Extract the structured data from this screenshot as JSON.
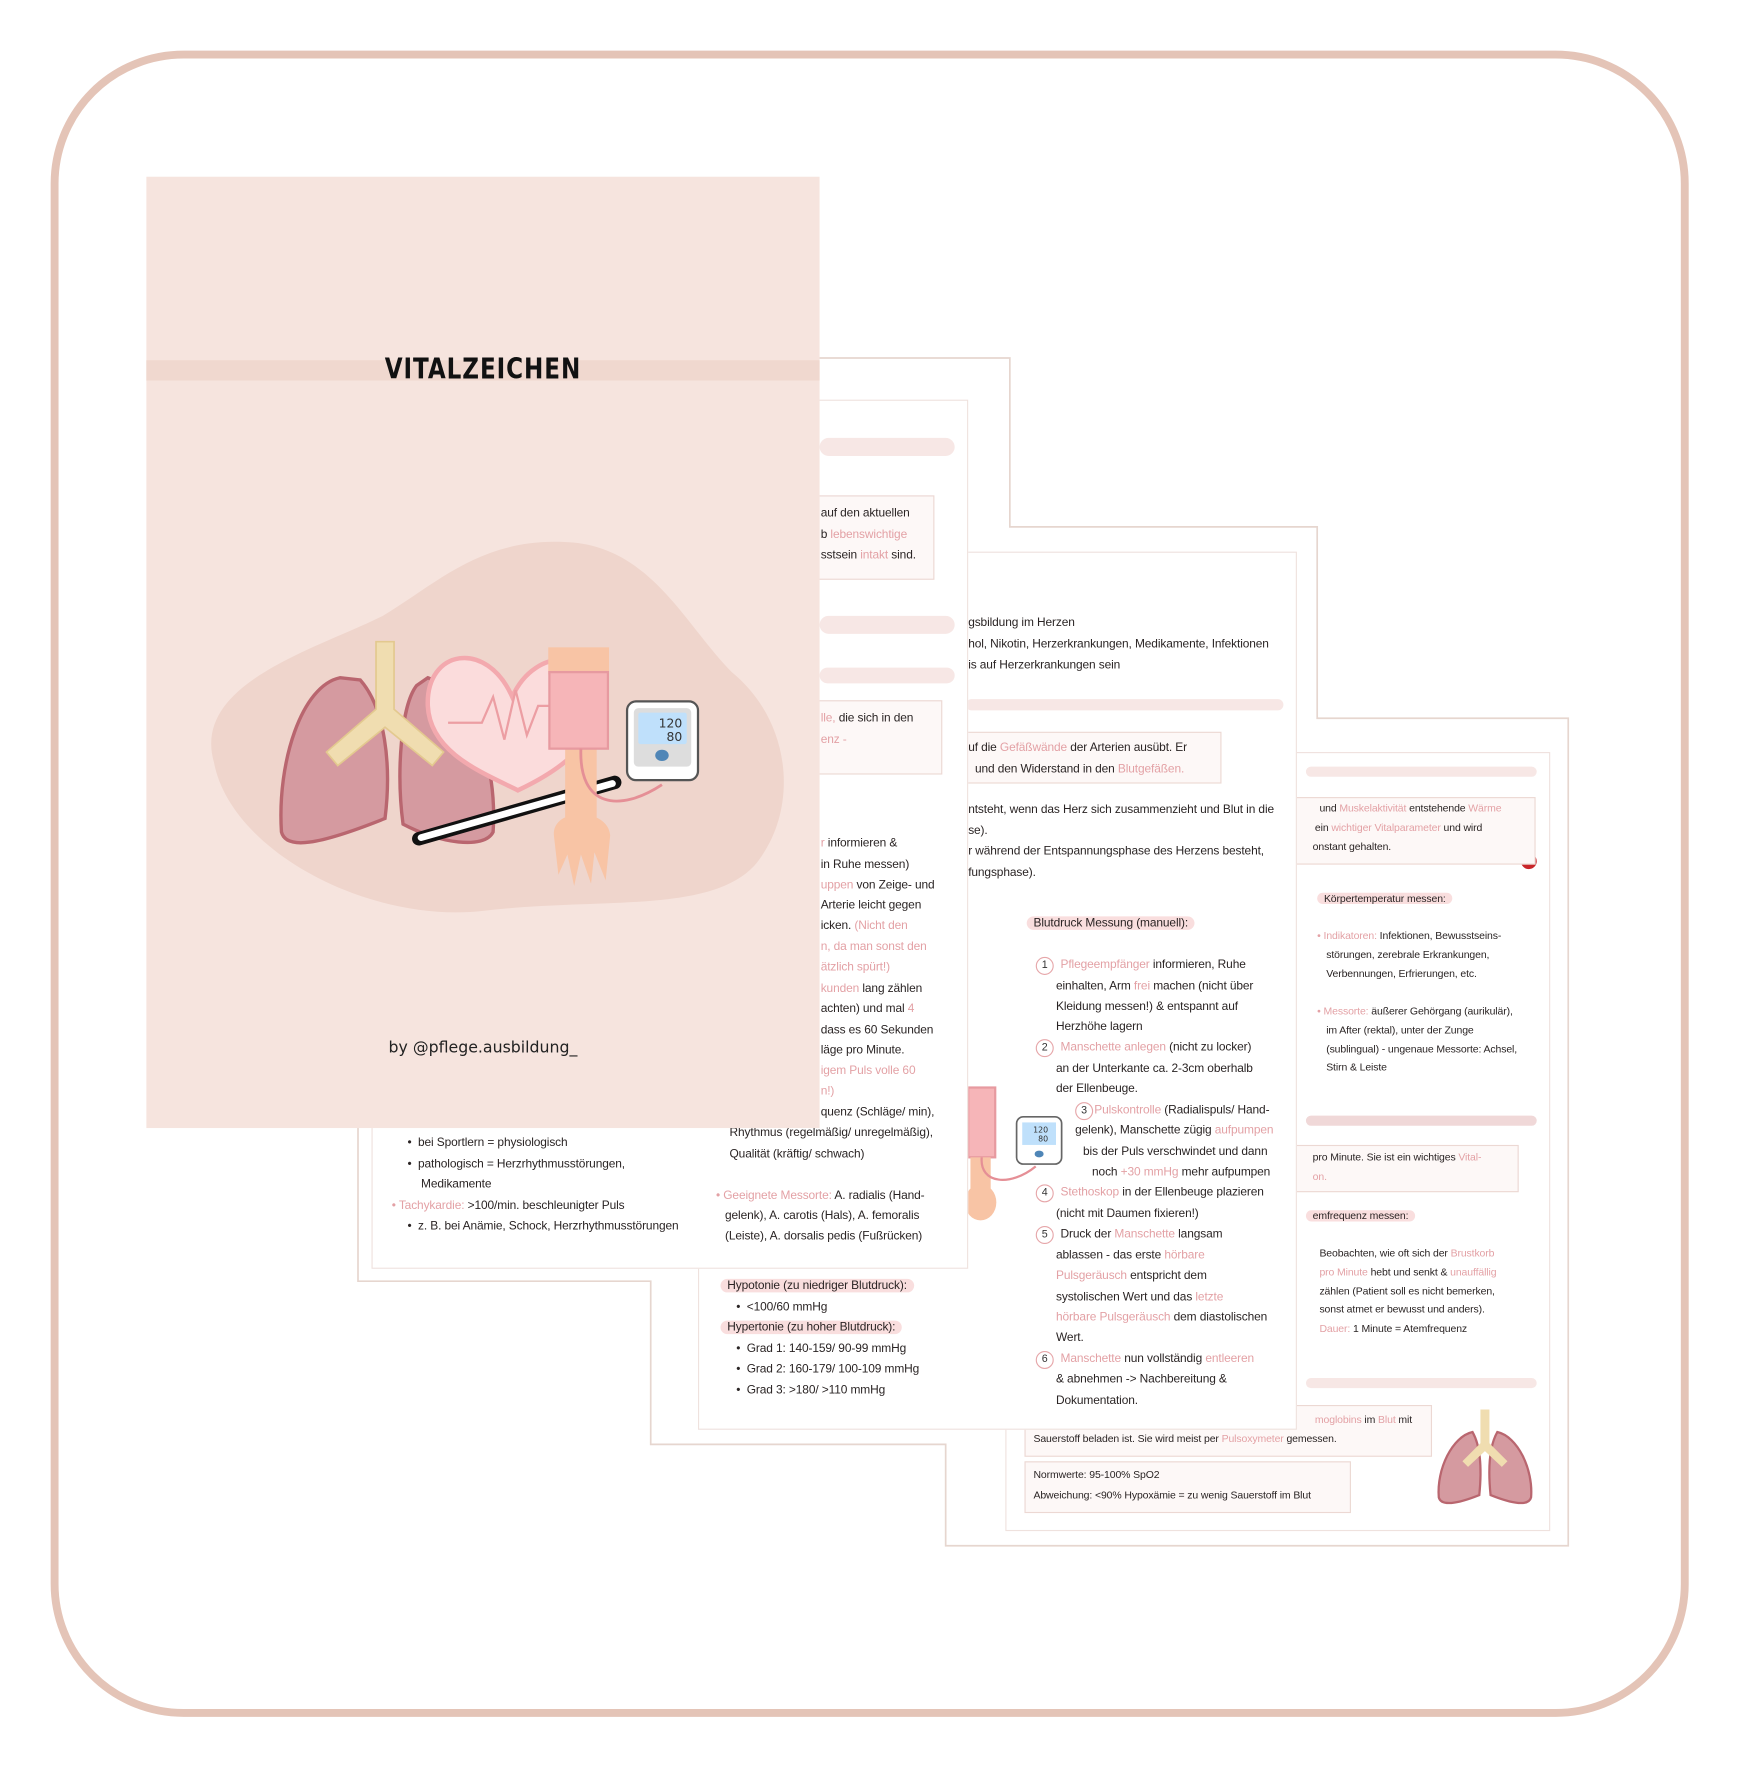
{
  "colors": {
    "accent": "#e3a1a5",
    "frame": "#e4c4b7",
    "cover_bg": "#f6e4de"
  },
  "cover": {
    "title": "VITALZEICHEN",
    "byline": "by @pflege.ausbildung_",
    "monitor_top": "120",
    "monitor_bottom": "80"
  },
  "page1": {
    "lines": [
      [
        "auf den aktuellen"
      ],
      [
        "b ",
        {
          "a": "lebenswichtige"
        }
      ],
      [
        "sstsein ",
        {
          "a": "intakt"
        },
        " sind."
      ],
      [
        {
          "a": "lle,"
        },
        " die sich in den"
      ],
      [
        {
          "a": "enz -"
        }
      ],
      [
        {
          "a": "r"
        },
        " informieren &"
      ],
      [
        "in Ruhe messen)"
      ],
      [
        {
          "a": "uppen"
        },
        " von Zeige- und"
      ],
      [
        "Arterie leicht gegen"
      ],
      [
        "icken. ",
        {
          "a": "(Nicht den"
        }
      ],
      [
        {
          "a": "n, da man sonst den"
        }
      ],
      [
        {
          "a": "ätzlich spürt!)"
        }
      ],
      [
        {
          "a": "kunden"
        },
        " lang zählen"
      ],
      [
        "achten) und mal ",
        {
          "a": "4"
        }
      ],
      [
        "dass es 60 Sekunden"
      ],
      [
        "läge pro Minute."
      ],
      [
        {
          "a": "igem Puls volle 60"
        }
      ],
      [
        {
          "a": "n!)"
        }
      ],
      [
        "quenz (Schläge/ min),"
      ],
      [
        "Rhythmus (regelmäßig/ unregelmäßig),"
      ],
      [
        "Qualität (kräftig/ schwach)"
      ],
      [
        {
          "a": "• Geeignete Messorte:"
        },
        " A. radialis (Hand-"
      ],
      [
        "gelenk), A. carotis (Hals), A. femoralis"
      ],
      [
        "(Leiste), A. dorsalis pedis (Fußrücken)"
      ],
      [
        "•  bei Sportlern = physiologisch"
      ],
      [
        "•  pathologisch = Herzrhythmusstörungen,"
      ],
      [
        "Medikamente"
      ],
      [
        {
          "a": "• Tachykardie:"
        },
        " >100/min. beschleunigter Puls"
      ],
      [
        "•  z. B. bei Anämie, Schock, Herzrhythmusstörungen"
      ]
    ]
  },
  "page2": {
    "step_numbers": [
      "1",
      "2",
      "3",
      "4",
      "5",
      "6"
    ],
    "lines": [
      [
        "gsbildung im Herzen"
      ],
      [
        "hol, Nikotin, Herzerkrankungen, Medikamente, Infektionen"
      ],
      [
        "is auf Herzerkrankungen sein"
      ],
      [
        "uf die ",
        {
          "a": "Gefäßwände"
        },
        " der Arterien ausübt. Er"
      ],
      [
        "und den Widerstand in den ",
        {
          "a": "Blutgefäßen."
        }
      ],
      [
        "ntsteht, wenn das Herz sich zusammenzieht und Blut in die"
      ],
      [
        "se)."
      ],
      [
        "r während der Entspannungsphase des Herzens besteht,"
      ],
      [
        "fungsphase)."
      ],
      "Blutdruck Messung (manuell):",
      [
        {
          "a": "Pflegeempfänger"
        },
        " informieren, Ruhe"
      ],
      [
        "einhalten, Arm ",
        {
          "a": "frei"
        },
        " machen (nicht über"
      ],
      [
        "Kleidung messen!) & entspannt auf"
      ],
      [
        "Herzhöhe lagern"
      ],
      [
        {
          "a": "Manschette anlegen"
        },
        " (nicht zu locker)"
      ],
      [
        "an der Unterkante ca. 2-3cm oberhalb"
      ],
      [
        "der Ellenbeuge."
      ],
      [
        {
          "a": "Pulskontrolle"
        },
        " (Radialispuls/ Hand-"
      ],
      [
        "gelenk), Manschette zügig ",
        {
          "a": "aufpumpen"
        }
      ],
      [
        "bis der Puls verschwindet und dann"
      ],
      [
        "noch ",
        {
          "a": "+30 mmHg"
        },
        " mehr aufpumpen"
      ],
      [
        {
          "a": "Stethoskop"
        },
        " in der Ellenbeuge plazieren"
      ],
      [
        "(nicht mit Daumen fixieren!)"
      ],
      [
        "Druck der ",
        {
          "a": "Manschette"
        },
        " langsam"
      ],
      [
        "ablassen - das erste ",
        {
          "a": "hörbare"
        }
      ],
      [
        {
          "a": "Pulsgeräusch"
        },
        " entspricht dem"
      ],
      [
        "systolischen Wert und das ",
        {
          "a": "letzte"
        }
      ],
      [
        {
          "a": "hörbare Pulsgeräusch"
        },
        " dem diastolischen"
      ],
      [
        "Wert."
      ],
      [
        {
          "a": "Manschette"
        },
        " nun vollständig ",
        {
          "a": "entleeren"
        }
      ],
      [
        "& abnehmen -> Nachbereitung &"
      ],
      [
        "Dokumentation."
      ],
      "Hypotonie (zu niedriger Blutdruck):",
      [
        "•  <100/60 mmHg"
      ],
      "Hypertonie (zu hoher Blutdruck):",
      [
        "•  Grad 1: 140-159/ 90-99 mmHg"
      ],
      [
        "•  Grad 2: 160-179/ 100-109 mmHg"
      ],
      [
        "•  Grad 3: >180/ >110 mmHg"
      ]
    ]
  },
  "page3": {
    "lines": [
      [
        "und ",
        {
          "a": "Muskelaktivität"
        },
        " entstehende ",
        {
          "a": "Wärme"
        }
      ],
      [
        "ein ",
        {
          "a": "wichtiger Vitalparameter"
        },
        " und wird"
      ],
      [
        "onstant gehalten."
      ],
      "Körpertemperatur messen:",
      [
        {
          "a": "• Indikatoren:"
        },
        " Infektionen, Bewusstseins-"
      ],
      [
        "störungen, zerebrale Erkrankungen,"
      ],
      [
        "Verbennungen, Erfrierungen, etc."
      ],
      [
        {
          "a": "• Messorte:"
        },
        " äußerer Gehörgang (aurikulär),"
      ],
      [
        "im After (rektal), unter der Zunge"
      ],
      [
        "(sublingual) - ungenaue Messorte: Achsel,"
      ],
      [
        "Stirn & Leiste"
      ],
      [
        "pro Minute. Sie ist ein wichtiges ",
        {
          "a": "Vital-"
        }
      ],
      [
        {
          "a": "on."
        }
      ],
      "emfrequenz messen:",
      [
        "Beobachten, wie oft sich der ",
        {
          "a": "Brustkorb"
        }
      ],
      [
        {
          "a": "pro Minute"
        },
        " hebt und senkt & ",
        {
          "a": "unauffällig"
        }
      ],
      [
        "zählen (Patient soll es nicht bemerken,"
      ],
      [
        "sonst atmet er bewusst und anders)."
      ],
      [
        {
          "a": "Dauer:"
        },
        " 1 Minute = Atemfrequenz"
      ],
      [
        {
          "a": "moglobins"
        },
        " im ",
        {
          "a": "Blut"
        },
        " mit"
      ],
      [
        "Sauerstoff beladen ist. Sie wird meist per ",
        {
          "a": "Pulsoxymeter"
        },
        " gemessen."
      ],
      [
        "Normwerte: 95-100% SpO2"
      ],
      [
        "Abweichung: <90% Hypoxämie = zu wenig Sauerstoff im Blut"
      ]
    ]
  }
}
